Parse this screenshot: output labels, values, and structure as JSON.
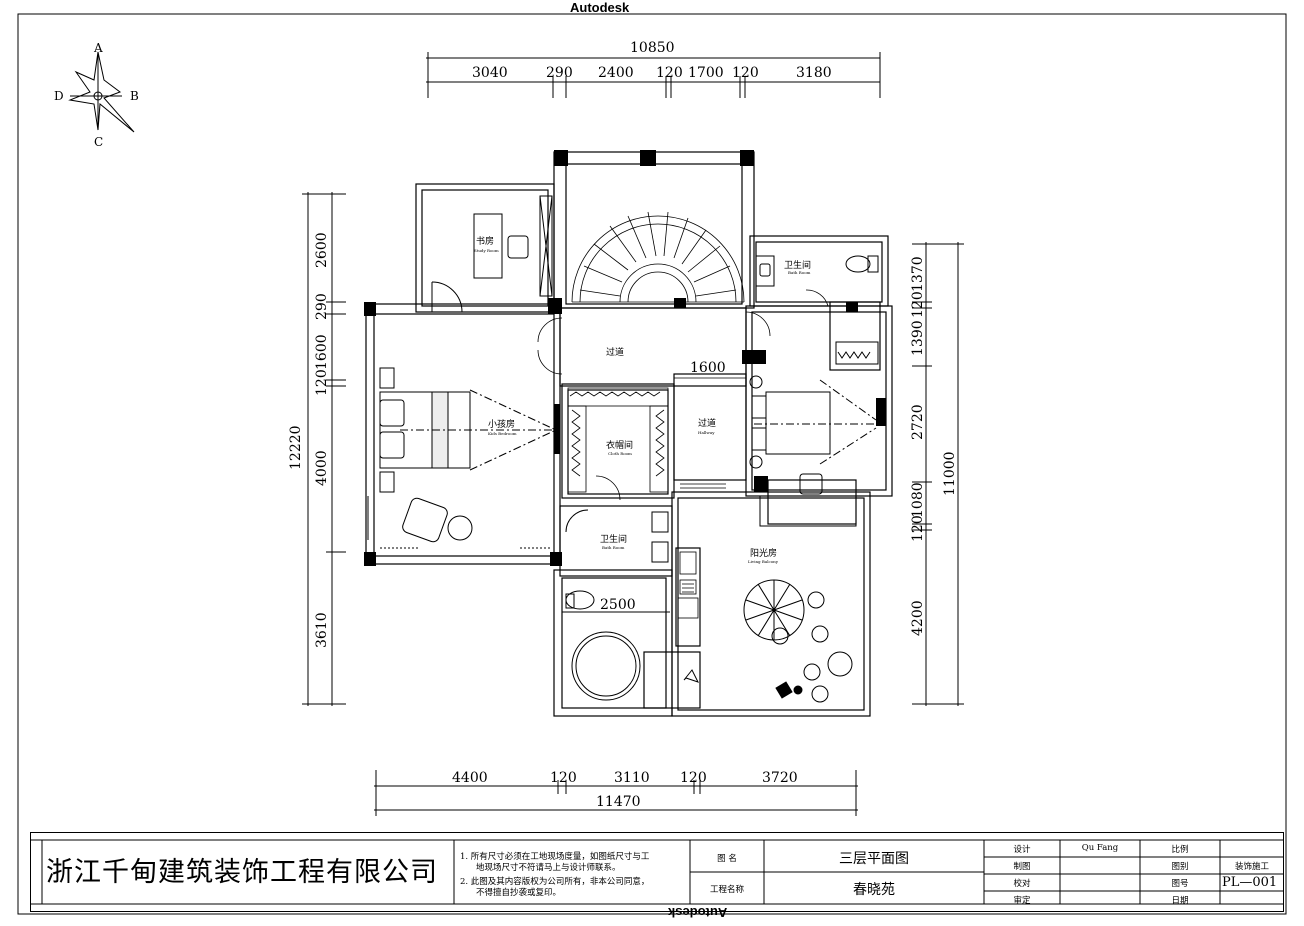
{
  "watermark": "Autodesk",
  "compass": {
    "a": "A",
    "b": "B",
    "c": "C",
    "d": "D"
  },
  "dims": {
    "top_total": "10850",
    "top_segments": [
      "3040",
      "290",
      "2400",
      "120",
      "1700",
      "120",
      "3180"
    ],
    "bottom_total": "11470",
    "bottom_segments": [
      "4400",
      "120",
      "3110",
      "120",
      "3720"
    ],
    "left_total": "12220",
    "left_segments": [
      "2600",
      "290",
      "1600",
      "120",
      "4000",
      "3610"
    ],
    "right_total": "11000",
    "right_segments": [
      "1370",
      "120",
      "1390",
      "2720",
      "1080",
      "120",
      "4200"
    ],
    "inner_a": "1600",
    "inner_b": "2500"
  },
  "rooms": {
    "study": "书房",
    "study_en": "Study Room",
    "stair_hall": "过道",
    "bath_ne": "卫生间",
    "bath_ne_en": "Bath Room",
    "kids": "小孩房",
    "kids_en": "Kids Bedroom",
    "closet": "衣帽间",
    "closet_en": "Cloth Room",
    "hall2": "过道",
    "hall2_en": "Hallway",
    "bath_s": "卫生间",
    "bath_s_en": "Bath Room",
    "sunroom": "阳光房",
    "sunroom_en": "Living Balcony"
  },
  "title_block": {
    "company": "浙江千甸建筑装饰工程有限公司",
    "note1": "1.  所有尺寸必须在工地现场度量，如图纸尺寸与工",
    "note1b": "地现场尺寸不符请马上与设计师联系。",
    "note2": "2.  此图及其内容版权为公司所有，非本公司同意，",
    "note2b": "不得擅自抄袭或复印。",
    "drawing_name_label": "图    名",
    "drawing_name": "三层平面图",
    "project_label": "工程名称",
    "project": "春晓苑",
    "design_label": "设计",
    "designer": "Qu Fang",
    "draw_label": "制图",
    "check_label": "校对",
    "approve_label": "审定",
    "scale_label": "比例",
    "category_label": "图别",
    "category": "装饰施工",
    "number_label": "图号",
    "number": "PL—001",
    "date_label": "日期"
  }
}
